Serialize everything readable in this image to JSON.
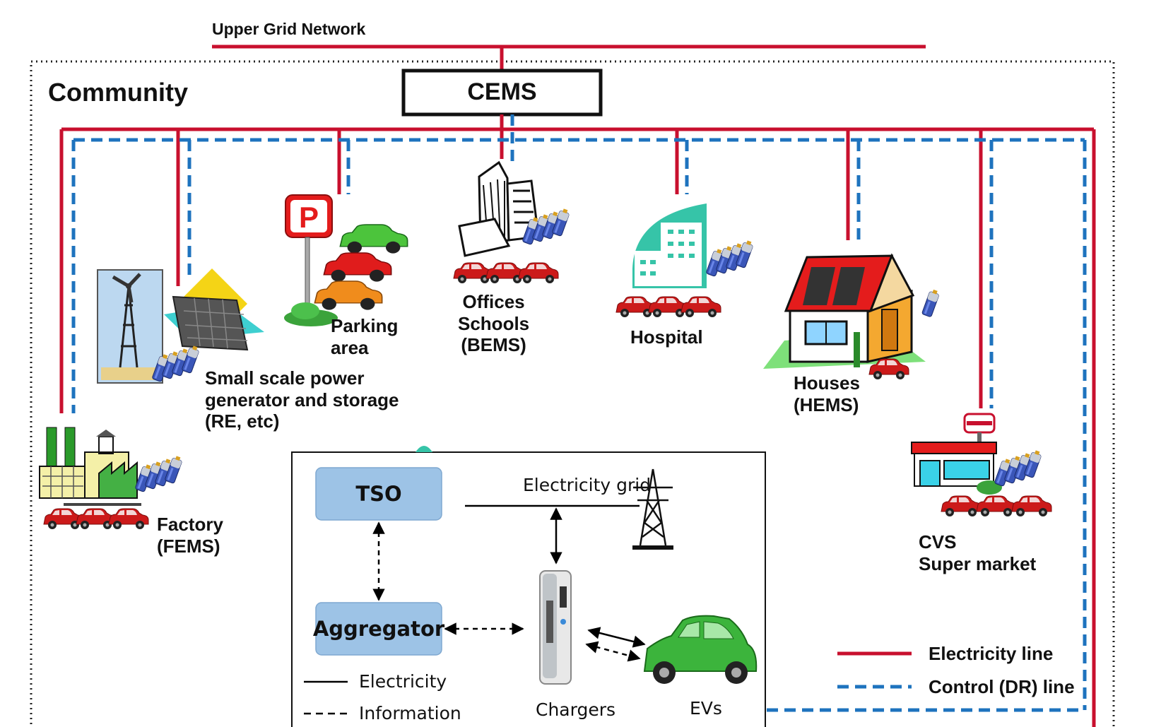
{
  "upper_grid": {
    "label": "Upper Grid Network"
  },
  "community": {
    "label": "Community"
  },
  "cems": {
    "label": "CEMS"
  },
  "nodes": {
    "small_scale": [
      "Small scale power",
      "generator and storage",
      "(RE, etc)"
    ],
    "parking": [
      "Parking",
      "area"
    ],
    "offices": [
      "Offices",
      "Schools",
      "(BEMS)"
    ],
    "hospital": [
      "Hospital"
    ],
    "houses": [
      "Houses",
      "(HEMS)"
    ],
    "factory": [
      "Factory",
      "(FEMS)"
    ],
    "cvs": [
      "CVS",
      "Super market"
    ]
  },
  "legend": {
    "electricity_line": "Electricity line",
    "control_line": "Control (DR) line"
  },
  "inset": {
    "tso": "TSO",
    "aggregator": "Aggregator",
    "electricity_grid": "Electricity grid",
    "chargers": "Chargers",
    "evs": "EVs",
    "legend_electricity": "Electricity",
    "legend_information": "Information"
  },
  "colors": {
    "electricity": "#c8102e",
    "control": "#1e73be",
    "box_fill": "#9dc3e6",
    "ev_green": "#3cb43c",
    "car_red": "#cc1a1a"
  },
  "icons": [
    "parking-sign-icon",
    "car-icon",
    "building-icon",
    "battery-icon",
    "wind-turbine-icon",
    "solar-panel-icon",
    "hospital-icon",
    "house-icon",
    "factory-icon",
    "store-icon",
    "pylon-icon",
    "charger-icon",
    "ev-car-icon"
  ]
}
